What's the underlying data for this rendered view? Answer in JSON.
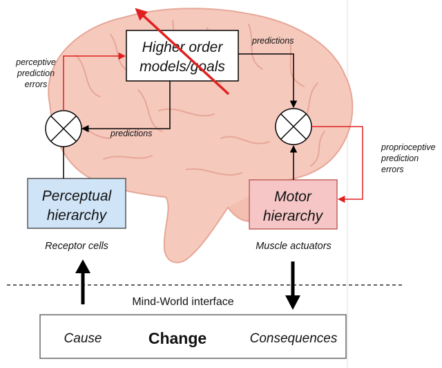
{
  "higher_order": {
    "line1": "Higher order",
    "line2": "models/goals"
  },
  "perceptual": {
    "line1": "Perceptual",
    "line2": "hierarchy"
  },
  "motor": {
    "line1": "Motor",
    "line2": "hierarchy"
  },
  "labels": {
    "predictions_top": "predictions",
    "predictions_left": "predictions",
    "perceptive_errors": [
      "perceptive",
      "prediction",
      "errors"
    ],
    "proprioceptive_errors": [
      "proprioceptive",
      "prediction",
      "errors"
    ],
    "receptor_cells": "Receptor cells",
    "muscle_actuators": "Muscle actuators",
    "interface": "Mind-World interface"
  },
  "world_box": {
    "cause": "Cause",
    "change": "Change",
    "consequences": "Consequences"
  },
  "colors": {
    "brain_fill": "#f6c9bd",
    "brain_stroke": "#e6a797",
    "perceptual_fill": "#cfe4f7",
    "perceptual_stroke": "#555555",
    "motor_fill": "#f6c6c6",
    "motor_stroke": "#c0605a",
    "error_arrow": "#e02020",
    "black_arrow": "#000000"
  }
}
